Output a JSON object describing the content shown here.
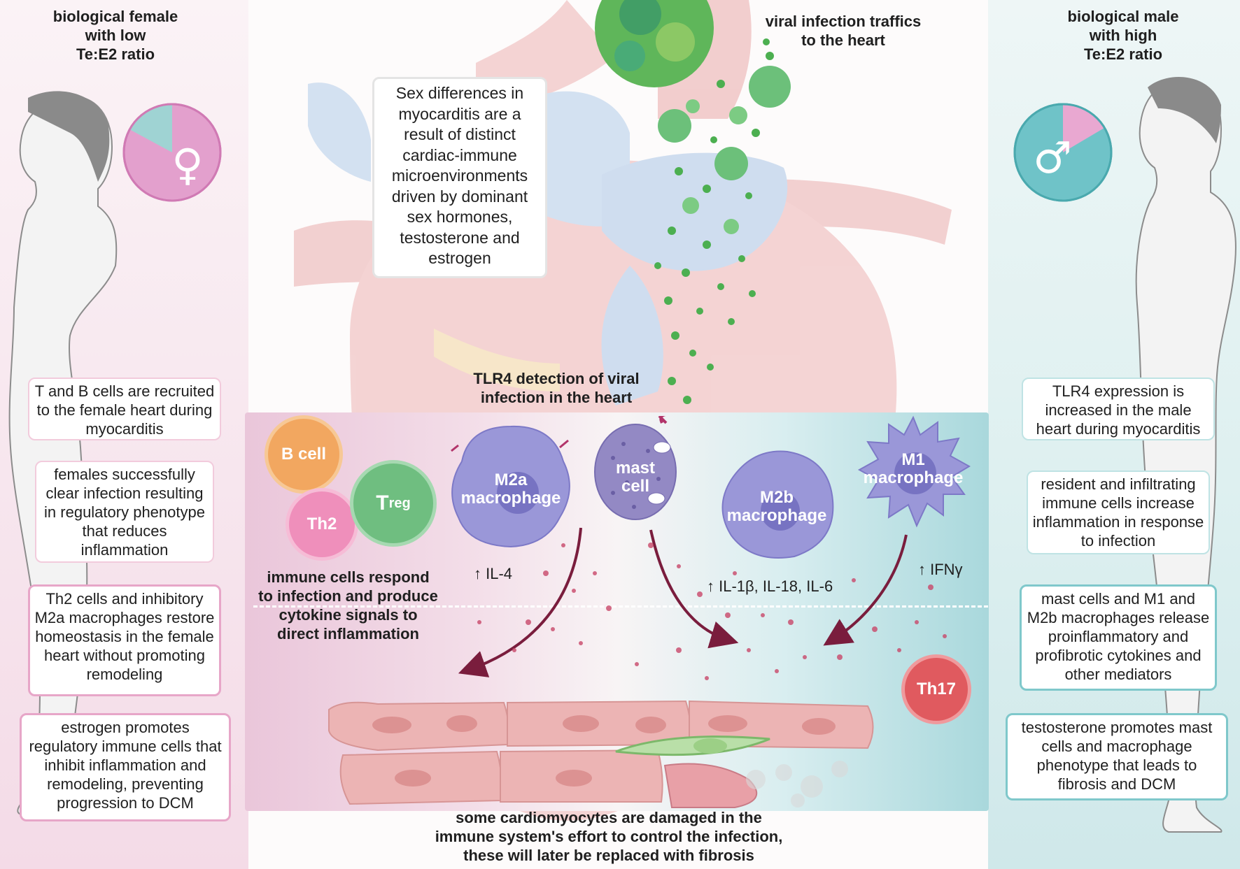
{
  "left": {
    "heading": [
      "biological female",
      "with low",
      "Te:E2 ratio"
    ],
    "boxes": [
      "T and B cells are recruited to the female heart during myocarditis",
      "females successfully clear infection resulting in regulatory phenotype that reduces inflammation",
      "Th2 cells and inhibitory M2a macrophages restore homeostasis in the female heart without promoting remodeling",
      "estrogen promotes regulatory immune cells that inhibit inflammation and remodeling, preventing progression to DCM"
    ],
    "symbol": "♀"
  },
  "right": {
    "heading": [
      "biological male",
      "with high",
      "Te:E2 ratio"
    ],
    "boxes": [
      "TLR4 expression is increased in the male heart during myocarditis",
      "resident and infiltrating immune cells increase inflammation in response to infection",
      "mast cells and M1 and M2b macrophages release proinflammatory and profibrotic cytokines and other mediators",
      "testosterone promotes mast cells and macrophage phenotype that leads to fibrosis and DCM"
    ],
    "symbol": "♂"
  },
  "center": {
    "summary": "Sex differences in myocarditis are a result of distinct cardiac-immune microenvironments driven by dominant sex hormones, testosterone and estrogen",
    "virus_label": [
      "viral infection traffics",
      "to the heart"
    ],
    "tlr4_label": [
      "TLR4 detection of viral",
      "infection in the heart"
    ],
    "immune_label": [
      "immune cells respond",
      "to infection and produce",
      "cytokine signals to",
      "direct inflammation"
    ],
    "bottom_label": [
      "some cardiomyocytes are damaged in the",
      "immune system's effort to control the infection,",
      "these will later be replaced with fibrosis"
    ],
    "cells": {
      "b_cell": "B cell",
      "th2": "Th2",
      "treg_main": "T",
      "treg_sub": "reg",
      "m2a": [
        "M2a",
        "macrophage"
      ],
      "mast": [
        "mast",
        "cell"
      ],
      "m2b": [
        "M2b",
        "macrophage"
      ],
      "m1": [
        "M1",
        "macrophage"
      ],
      "th17": "Th17"
    },
    "cytokines": {
      "il4": "↑ IL-4",
      "il1b": "↑ IL-1β, IL-18, IL-6",
      "ifng": "↑ IFNγ"
    }
  },
  "colors": {
    "female_pink": "#e3a0cd",
    "male_teal": "#6fc3c8",
    "b_cell": "#f0a65a",
    "th2": "#ee86b6",
    "treg": "#6fbe80",
    "macrophage": "#9a97d8",
    "mast_cell": "#9389c4",
    "th17": "#e05a5f",
    "arrow": "#7a1d3d",
    "virus": "#5fb65a"
  }
}
